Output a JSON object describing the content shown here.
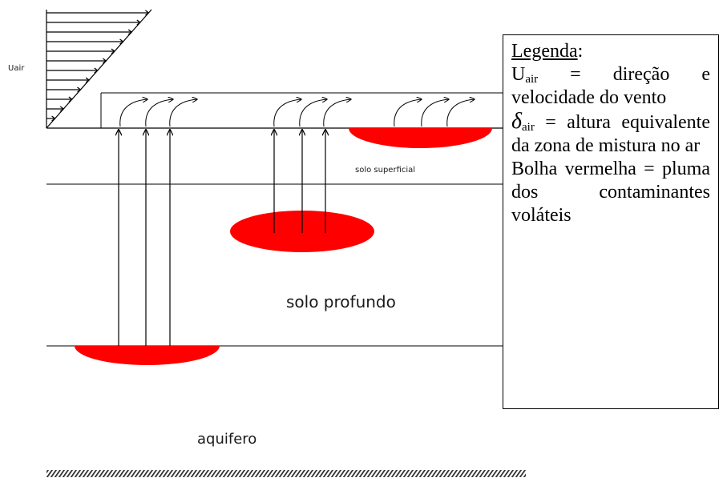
{
  "diagram": {
    "uair_label": "Uair",
    "surface_soil_label": "solo superficial",
    "deep_soil_label": "solo profundo",
    "aquifer_label": "aquifero",
    "plume_color": "#ff0000"
  },
  "legend": {
    "title": "Legenda",
    "title_suffix": ":",
    "uair_symbol": "U",
    "uair_sub": "air",
    "uair_text": " = direção e velocidade do vento",
    "delta_symbol": "δ",
    "delta_sub": "air",
    "delta_text": " = altura equivalente da zona de mistura no ar",
    "plume_text": "Bolha vermelha = pluma dos contaminantes voláteis"
  }
}
